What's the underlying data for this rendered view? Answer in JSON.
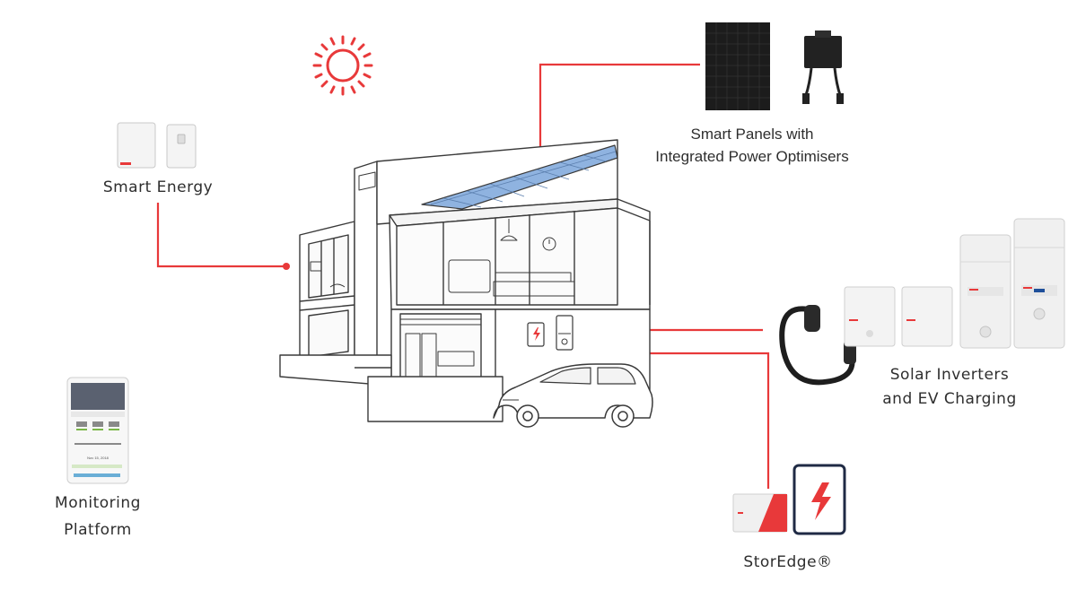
{
  "components": {
    "smart_energy": {
      "label": "Smart Energy"
    },
    "smart_panels": {
      "line1": "Smart Panels with",
      "line2": "Integrated Power Optimisers"
    },
    "inverters": {
      "line1": "Solar Inverters",
      "line2": "and EV Charging"
    },
    "monitoring": {
      "line1": "Monitoring",
      "line2": "Platform",
      "app_date": "Nov 15, 2018"
    },
    "storedge": {
      "label": "StorEdge®"
    }
  },
  "colors": {
    "accent_red": "#e8393a",
    "outline": "#3a3a3a",
    "panel_blue": "#8fb3e0",
    "device_grey": "#eeeeee"
  },
  "icons": [
    "sun-icon",
    "lightning-icon",
    "house-illustration",
    "car-illustration",
    "ev-charger-cable-icon",
    "power-optimiser-icon"
  ]
}
